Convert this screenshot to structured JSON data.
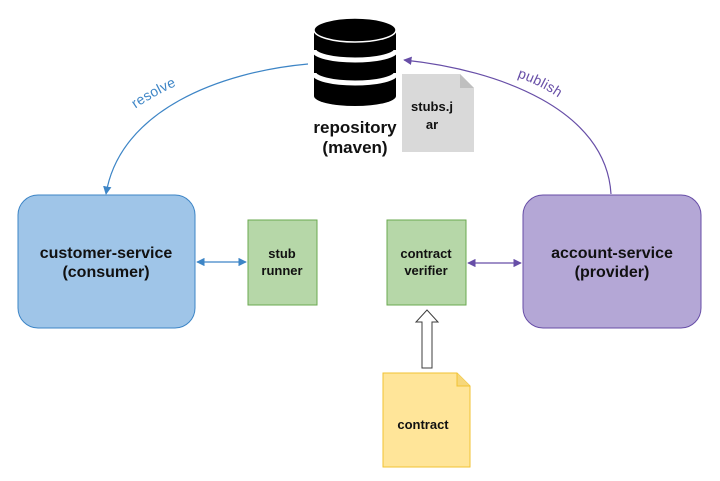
{
  "repository": {
    "line1": "repository",
    "line2": "(maven)"
  },
  "stubs_jar": {
    "line1": "stubs.j",
    "line2": "ar"
  },
  "consumer": {
    "line1": "customer-service",
    "line2": "(consumer)"
  },
  "provider": {
    "line1": "account-service",
    "line2": "(provider)"
  },
  "stub_runner": {
    "line1": "stub",
    "line2": "runner"
  },
  "contract_verifier": {
    "line1": "contract",
    "line2": "verifier"
  },
  "contract": {
    "label": "contract"
  },
  "edges": {
    "resolve": "resolve",
    "publish": "publish"
  },
  "colors": {
    "consumer_fill": "#9fc5e8",
    "consumer_stroke": "#3d85c6",
    "provider_fill": "#b4a7d6",
    "provider_stroke": "#674ea7",
    "green_fill": "#b6d7a8",
    "green_stroke": "#6aa84f",
    "contract_fill": "#ffe599",
    "contract_stroke": "#f1c232",
    "jar_fill": "#d9d9d9",
    "resolve_color": "#3d85c6",
    "publish_color": "#674ea7",
    "database_color": "#000000"
  }
}
